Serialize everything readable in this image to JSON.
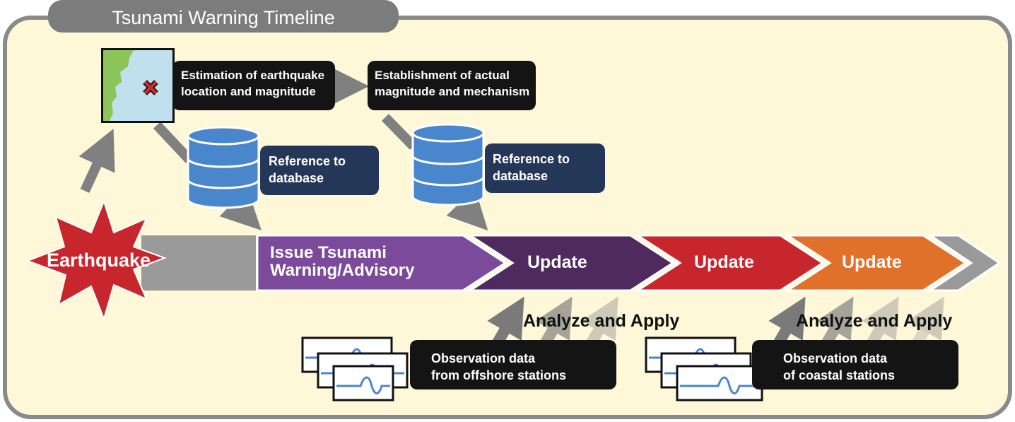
{
  "title": "Tsunami Warning Timeline",
  "earthquake": "Earthquake",
  "steps": {
    "estimation": {
      "line1": "Estimation of earthquake",
      "line2": "location and magnitude"
    },
    "establishment": {
      "line1": "Establishment of actual",
      "line2": "magnitude and mechanism"
    }
  },
  "database_refs": [
    {
      "line1": "Reference to",
      "line2": "database"
    },
    {
      "line1": "Reference to",
      "line2": "database"
    }
  ],
  "timeline": {
    "issue": {
      "line1": "Issue Tsunami",
      "line2": "Warning/Advisory"
    },
    "updates": [
      "Update",
      "Update",
      "Update"
    ]
  },
  "analyze_labels": [
    "Analyze and Apply",
    "Analyze and Apply"
  ],
  "observations": [
    {
      "line1": "Observation data",
      "line2": "from offshore stations"
    },
    {
      "line1": "Observation data",
      "line2": "of coastal stations"
    }
  ],
  "colors": {
    "background": "#fef8d8",
    "frame": "#8a8a8a",
    "grey_segment": "#9a9a9a",
    "issue": "#7b4a9a",
    "update_1": "#4f2a5e",
    "update_2": "#c8262d",
    "update_3": "#e0702a",
    "database": "#4a86cc",
    "earthquake_star": "#c8262d"
  },
  "icons": [
    "map-icon",
    "epicenter-x-icon",
    "database-icon",
    "seismogram-icon"
  ]
}
